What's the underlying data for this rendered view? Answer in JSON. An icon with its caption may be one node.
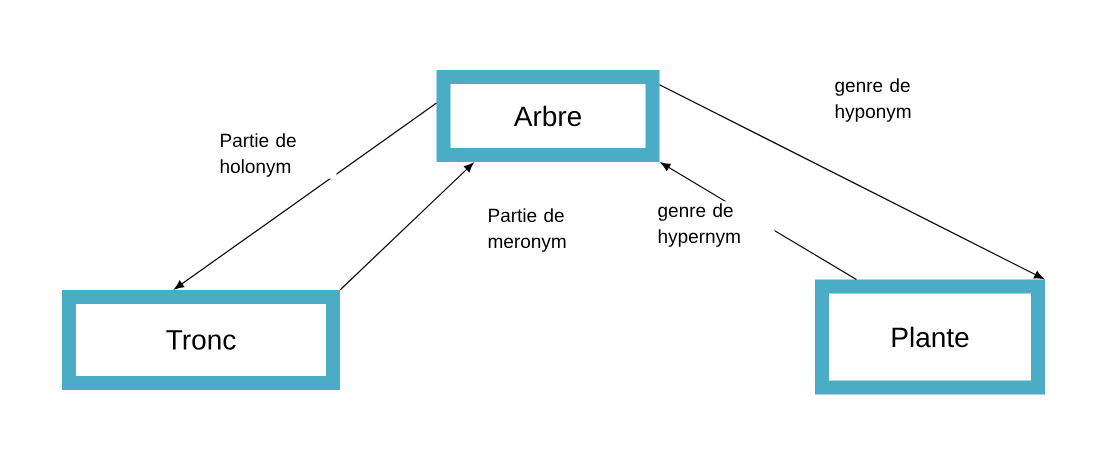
{
  "diagram": {
    "nodes": [
      {
        "text": [
          "Arbre"
        ]
      },
      {
        "text": [
          "Tronc"
        ]
      },
      {
        "text": [
          "Plante"
        ]
      }
    ],
    "edges": [
      {
        "from": 0,
        "to": 1,
        "arrow": "to",
        "label": "Partie de holonym"
      },
      {
        "from": 1,
        "to": 0,
        "arrow": "to",
        "label": "Partie de meronym"
      },
      {
        "from": 0,
        "to": 2,
        "arrow": "to",
        "label": "genre de hyponym"
      },
      {
        "from": 2,
        "to": 0,
        "arrow": "to",
        "label": "genre de hypernym"
      }
    ]
  }
}
